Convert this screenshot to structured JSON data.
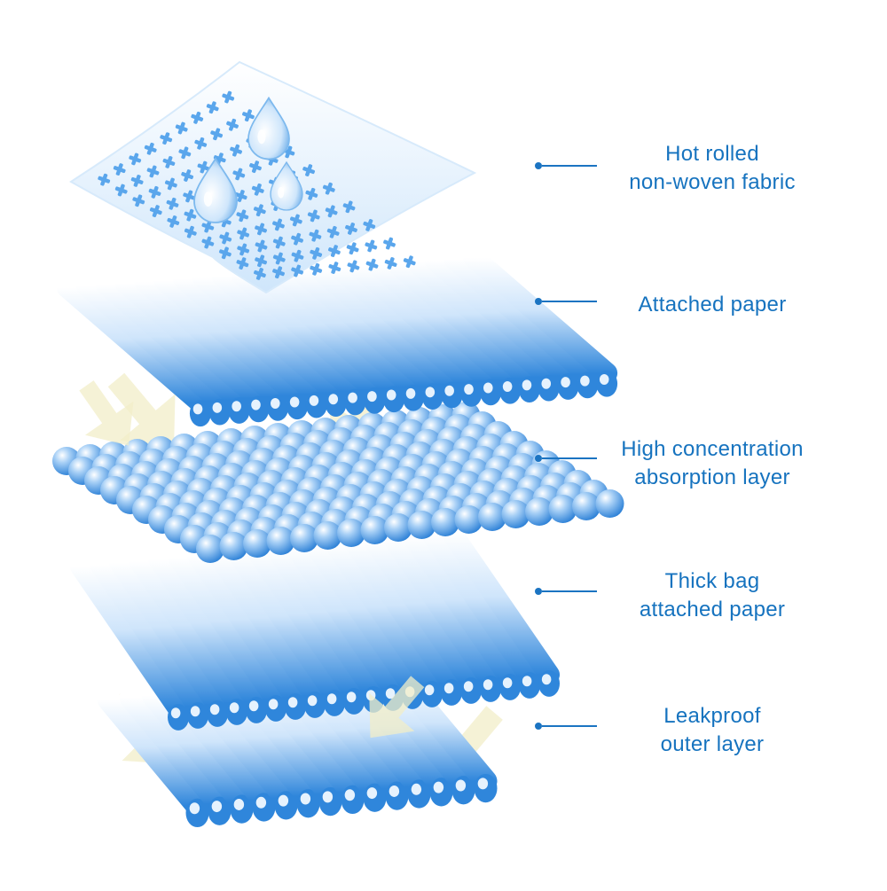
{
  "layers": [
    {
      "id": "fabric",
      "lines": [
        "Hot rolled",
        "non-woven fabric"
      ]
    },
    {
      "id": "paper",
      "lines": [
        "Attached paper"
      ]
    },
    {
      "id": "absorption",
      "lines": [
        "High concentration",
        "absorption layer"
      ]
    },
    {
      "id": "thickbag",
      "lines": [
        "Thick bag",
        "attached paper"
      ]
    },
    {
      "id": "leakproof",
      "lines": [
        "Leakproof",
        "outer layer"
      ]
    }
  ],
  "colors": {
    "label_text": "#1673bf",
    "leader": "#1b74c2",
    "layer_blue": "#2f86db",
    "layer_light": "#eaf4fd",
    "arrow": "#f1edc8"
  },
  "icons": [
    "water-drop-icon",
    "cross-mark-icon",
    "flow-arrow-icon"
  ]
}
